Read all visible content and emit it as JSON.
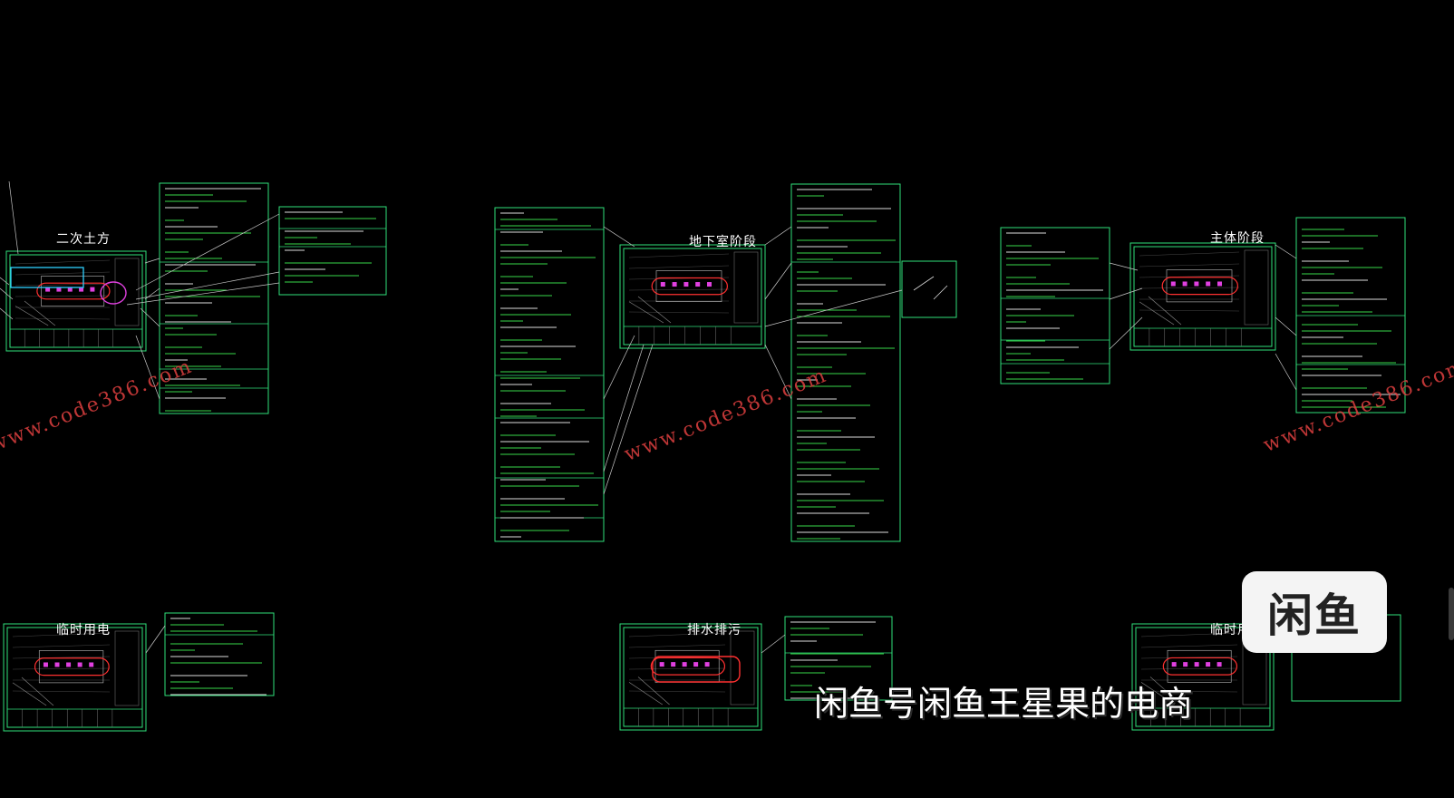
{
  "sheets": [
    {
      "id": "s1",
      "title": "二次土方"
    },
    {
      "id": "s2",
      "title": "地下室阶段"
    },
    {
      "id": "s3",
      "title": "主体阶段"
    },
    {
      "id": "s4",
      "title": "临时用电"
    },
    {
      "id": "s5",
      "title": "排水排污"
    },
    {
      "id": "s6",
      "title": "临时用"
    }
  ],
  "watermark_text": "www.code386.com",
  "logo_text": "闲鱼",
  "caption_text": "闲鱼号闲鱼王星果的电商",
  "colors": {
    "background": "#000000",
    "frame": "#2fe07a",
    "text": "#ffffff",
    "note_green": "#38d84a",
    "watermark": "#e04040",
    "red_route": "#ff3030",
    "magenta": "#e040e0"
  }
}
